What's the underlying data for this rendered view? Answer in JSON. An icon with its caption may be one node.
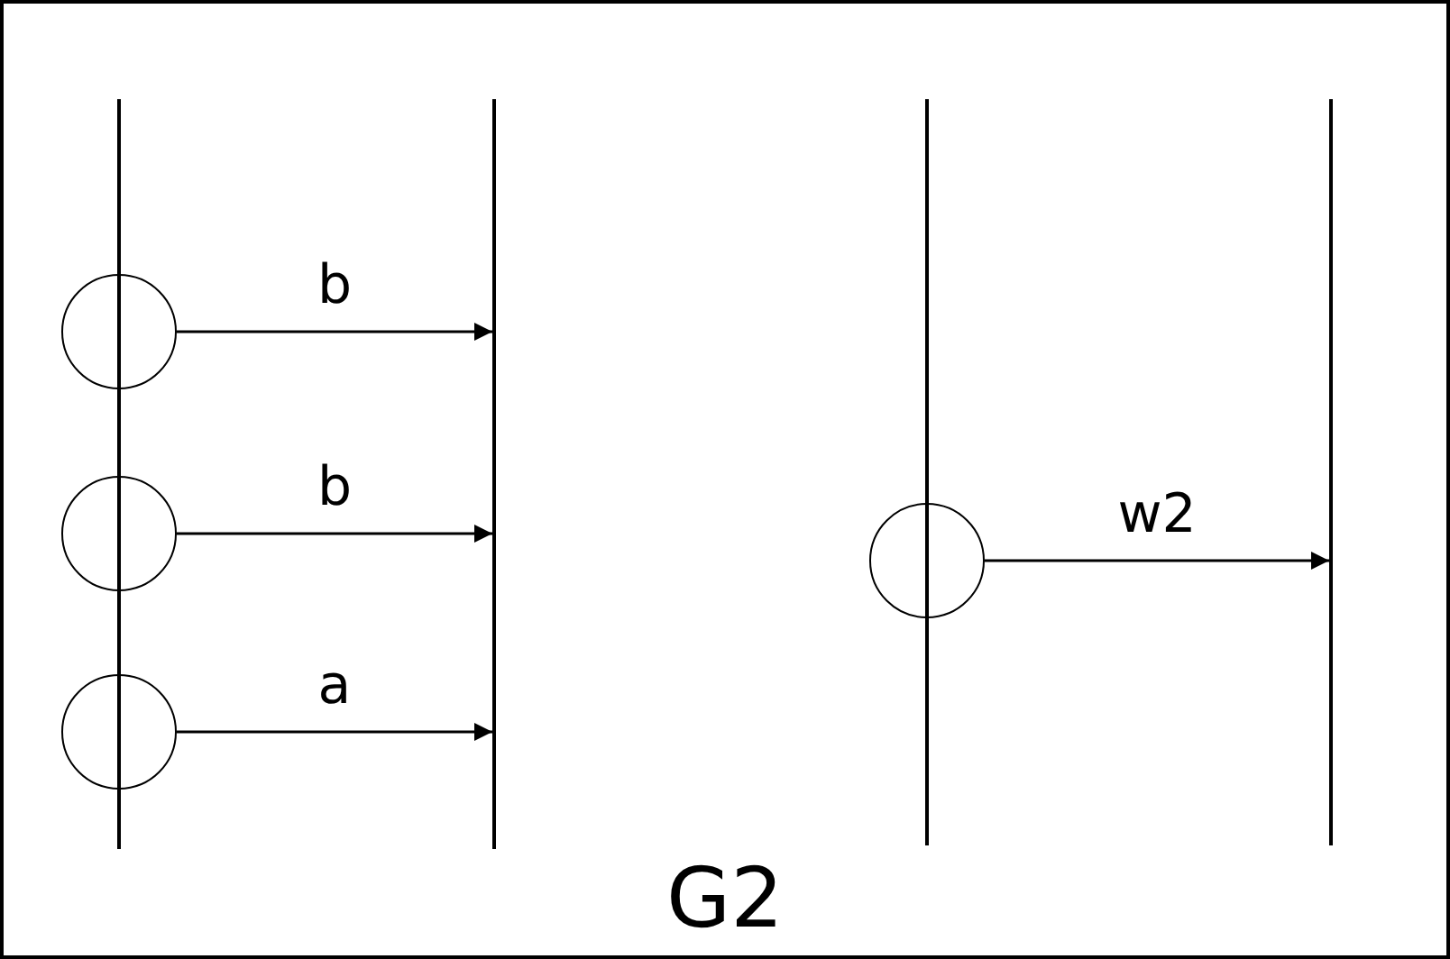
{
  "diagram": {
    "nodes": [
      {
        "text": [
          "G2"
        ]
      },
      {
        "text": [],
        "shape": "bar",
        "in": 0
      },
      {
        "text": [],
        "shape": "bar",
        "in": 0
      },
      {
        "text": [],
        "shape": "bar",
        "in": 0
      },
      {
        "text": [],
        "shape": "bar",
        "in": 0
      },
      {
        "text": [],
        "shape": "circle",
        "in": 0
      },
      {
        "text": [],
        "shape": "circle",
        "in": 0
      },
      {
        "text": [],
        "shape": "circle",
        "in": 0
      },
      {
        "text": [],
        "shape": "circle",
        "in": 0
      }
    ],
    "edges": [
      {
        "from": 5,
        "to": 2,
        "arrow": "to",
        "label": "b"
      },
      {
        "from": 6,
        "to": 2,
        "arrow": "to",
        "label": "b"
      },
      {
        "from": 7,
        "to": 2,
        "arrow": "to",
        "label": "a"
      },
      {
        "from": 8,
        "to": 4,
        "arrow": "to",
        "label": "w2"
      }
    ]
  }
}
